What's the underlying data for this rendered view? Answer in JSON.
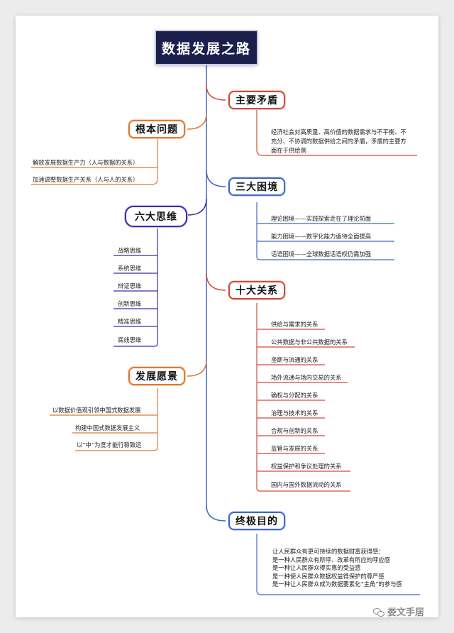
{
  "title": "数据发展之路",
  "branches": {
    "main_contradiction": {
      "label": "主要矛盾",
      "lines": [
        "经济社会对高质量、高价值的数据需求与不平衡、不",
        "充分、不协调的数据供给之间的矛盾，矛盾的主要方",
        "面在于供给侧"
      ]
    },
    "root_problem": {
      "label": "根本问题",
      "items": [
        "解放发展数据生产力（人与数据的关系）",
        "加速调整数据生产关系（人与人的关系）"
      ]
    },
    "three_dilemmas": {
      "label": "三大困境",
      "items": [
        "理论困境——实践探索走在了理论前面",
        "能力困境——数字化能力亟待全面提高",
        "话语困境——全球数据话语权仍需加强"
      ]
    },
    "six_thinking": {
      "label": "六大思维",
      "items": [
        "战略思维",
        "系统思维",
        "辩证思维",
        "创新思维",
        "精准思维",
        "底线思维"
      ]
    },
    "ten_relations": {
      "label": "十大关系",
      "items": [
        "供给与需求的关系",
        "公共数据与非公共数据的关系",
        "垄断与流通的关系",
        "场外流通与场内交易的关系",
        "确权与分配的关系",
        "治理与技术的关系",
        "合规与创新的关系",
        "监管与发展的关系",
        "权益保护和争议处理的关系",
        "国内与国外数据流动的关系"
      ]
    },
    "vision": {
      "label": "发展愿景",
      "items": [
        "以数据价值观引领中国式数据发展",
        "构建中国式数据发展主义",
        "以“中”为度才能行稳致远"
      ]
    },
    "ultimate_goal": {
      "label": "终极目的",
      "lines": [
        "让人民群众有更可持续的数据财富获得感：",
        "是一种人民群众有所呼、改革有所应的呼应感",
        "是一种让人民群众得实惠的受益感",
        "是一种使人民群众数据权益得保护的尊严感",
        "是一种让人民群众成为数据要素化“主角”的参与感"
      ]
    }
  },
  "watermark": "娄文手居",
  "colors": {
    "red": "#d24a3a",
    "orange": "#e3792e",
    "blue": "#3f68c8",
    "purple": "#3a2bb0",
    "title_bg": "#1c1f4c"
  },
  "icons": [
    "wechat-icon"
  ]
}
